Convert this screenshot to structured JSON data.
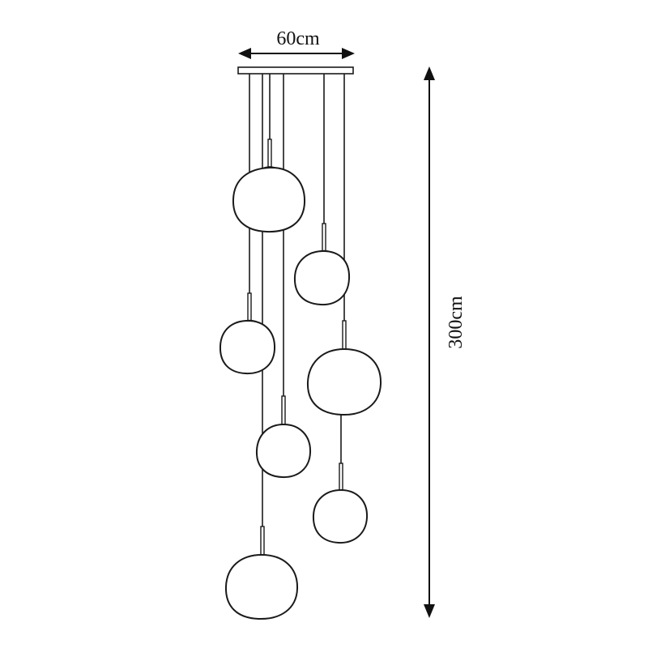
{
  "dimensions": {
    "width_label": "60cm",
    "height_label": "300cm"
  },
  "colors": {
    "line": "#1a1a1a",
    "background": "#ffffff"
  },
  "pendant_count": 7
}
